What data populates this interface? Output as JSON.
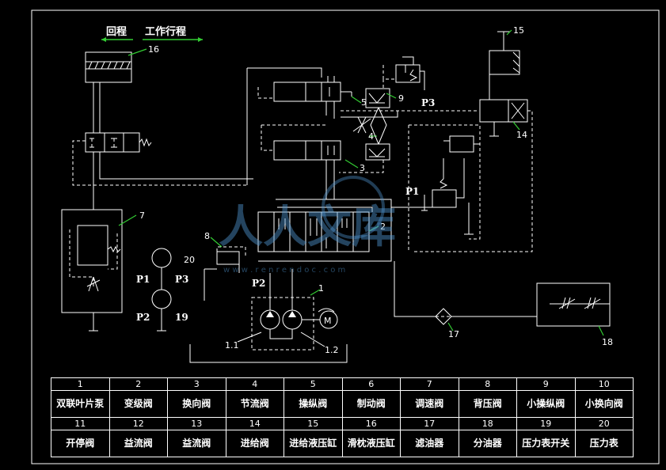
{
  "header": {
    "return_label": "回程",
    "work_label": "工作行程"
  },
  "callouts": [
    "16",
    "15",
    "9",
    "5",
    "4",
    "3",
    "14",
    "7",
    "2",
    "8",
    "20",
    "1",
    "1.1",
    "1.2",
    "17",
    "18"
  ],
  "port_labels": {
    "p1": "P1",
    "p2": "P2",
    "p3": "P3",
    "gauge_p1": "P1",
    "gauge_p2": "P2",
    "gauge_p3": "P3",
    "gauge_num": "19"
  },
  "watermark": {
    "main": "人人文库",
    "url": "w w w . r e n r e n d o c . c o m"
  },
  "parts_table": {
    "numbers_1": [
      "1",
      "2",
      "3",
      "4",
      "5",
      "6",
      "7",
      "8",
      "9",
      "10"
    ],
    "names_1": [
      "双联叶片泵",
      "变级阀",
      "换向阀",
      "节流阀",
      "操纵阀",
      "制动阀",
      "调速阀",
      "背压阀",
      "小操纵阀",
      "小换向阀"
    ],
    "numbers_2": [
      "11",
      "12",
      "13",
      "14",
      "15",
      "16",
      "17",
      "18",
      "19",
      "20"
    ],
    "names_2": [
      "开停阀",
      "益流阀",
      "益流阀",
      "进给阀",
      "进给液压缸",
      "滑枕液压缸",
      "滤油器",
      "分油器",
      "压力表开关",
      "压力表"
    ]
  },
  "colors": {
    "background": "#000000",
    "lines": "#ffffff",
    "leaders": "#33cc33",
    "watermark": "#5096d2"
  }
}
